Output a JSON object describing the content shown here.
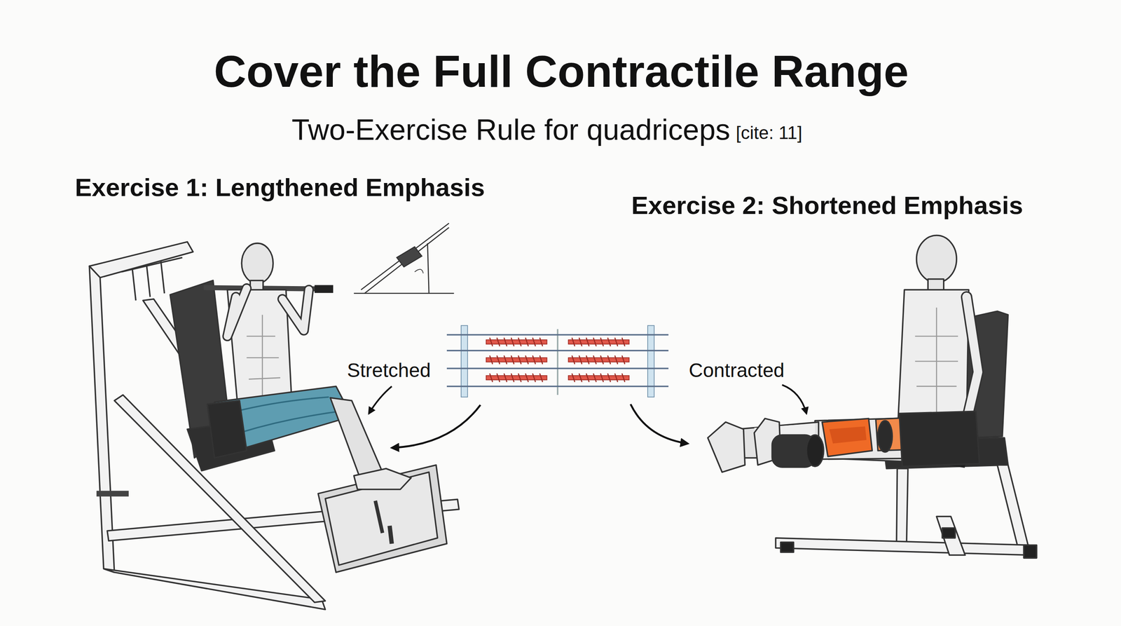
{
  "diagram": {
    "title": "Cover the Full Contractile Range",
    "labels": [
      "Two-Exercise Rule for quadriceps",
      "[cite: 11]",
      "Exercise 1: Lengthened Emphasis",
      "Exercise 2: Shortened Emphasis",
      "Stretched",
      "Contracted"
    ]
  }
}
